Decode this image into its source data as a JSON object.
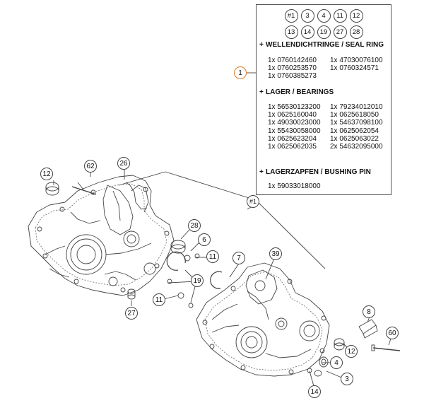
{
  "kit_label": "#1",
  "kit_circles_row1": [
    "#1",
    "3",
    "4",
    "11",
    "12"
  ],
  "kit_circles_row2": [
    "13",
    "14",
    "19",
    "27",
    "28"
  ],
  "sections": [
    {
      "title": "WELLENDICHTRINGE / SEAL RING",
      "parts": [
        "1x 0760142460",
        "1x 47030076100",
        "1x 0760253570",
        "1x 0760324571",
        "1x 0760385273"
      ]
    },
    {
      "title": "LAGER / BEARINGS",
      "parts": [
        "1x 56530123200",
        "1x 79234012010",
        "1x 0625160040",
        "1x 0625618050",
        "1x 49030023000",
        "1x 54637098100",
        "1x 55430058000",
        "1x 0625062054",
        "1x 0625623204",
        "1x 0625063022",
        "1x 0625062035",
        "2x 54632095000"
      ]
    },
    {
      "title": "LAGERZAPFEN / BUSHING PIN",
      "parts": [
        "1x 59033018000"
      ]
    }
  ],
  "callouts": {
    "c1": "1",
    "c12a": "12",
    "c62": "62",
    "c26": "26",
    "c28": "28",
    "c6": "6",
    "c11a": "11",
    "c7": "7",
    "c39": "39",
    "c19": "19",
    "c11b": "11",
    "c27": "27",
    "c8": "8",
    "c60": "60",
    "c12b": "12",
    "c4": "4",
    "c3": "3",
    "c14": "14",
    "ckit": "#1"
  },
  "colors": {
    "highlight": "#e07a1e",
    "line": "#444444"
  }
}
